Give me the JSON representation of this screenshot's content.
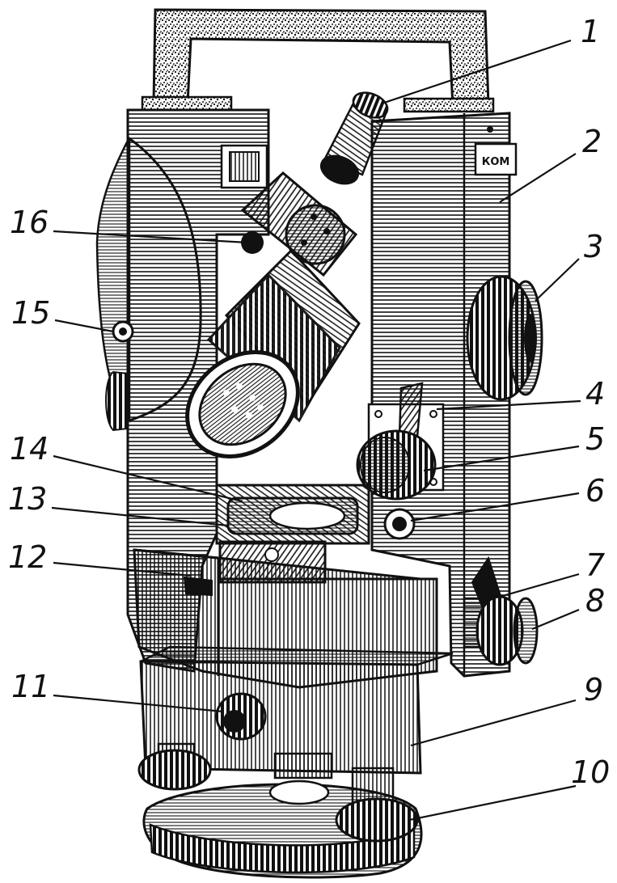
{
  "colors": {
    "ink": "#111111",
    "paper": "#ffffff"
  },
  "figure": {
    "label_sign": "КОМ"
  },
  "callouts": [
    {
      "num": "1"
    },
    {
      "num": "2"
    },
    {
      "num": "3"
    },
    {
      "num": "4"
    },
    {
      "num": "5"
    },
    {
      "num": "6"
    },
    {
      "num": "7"
    },
    {
      "num": "8"
    },
    {
      "num": "9"
    },
    {
      "num": "10"
    },
    {
      "num": "11"
    },
    {
      "num": "12"
    },
    {
      "num": "13"
    },
    {
      "num": "14"
    },
    {
      "num": "15"
    },
    {
      "num": "16"
    }
  ]
}
